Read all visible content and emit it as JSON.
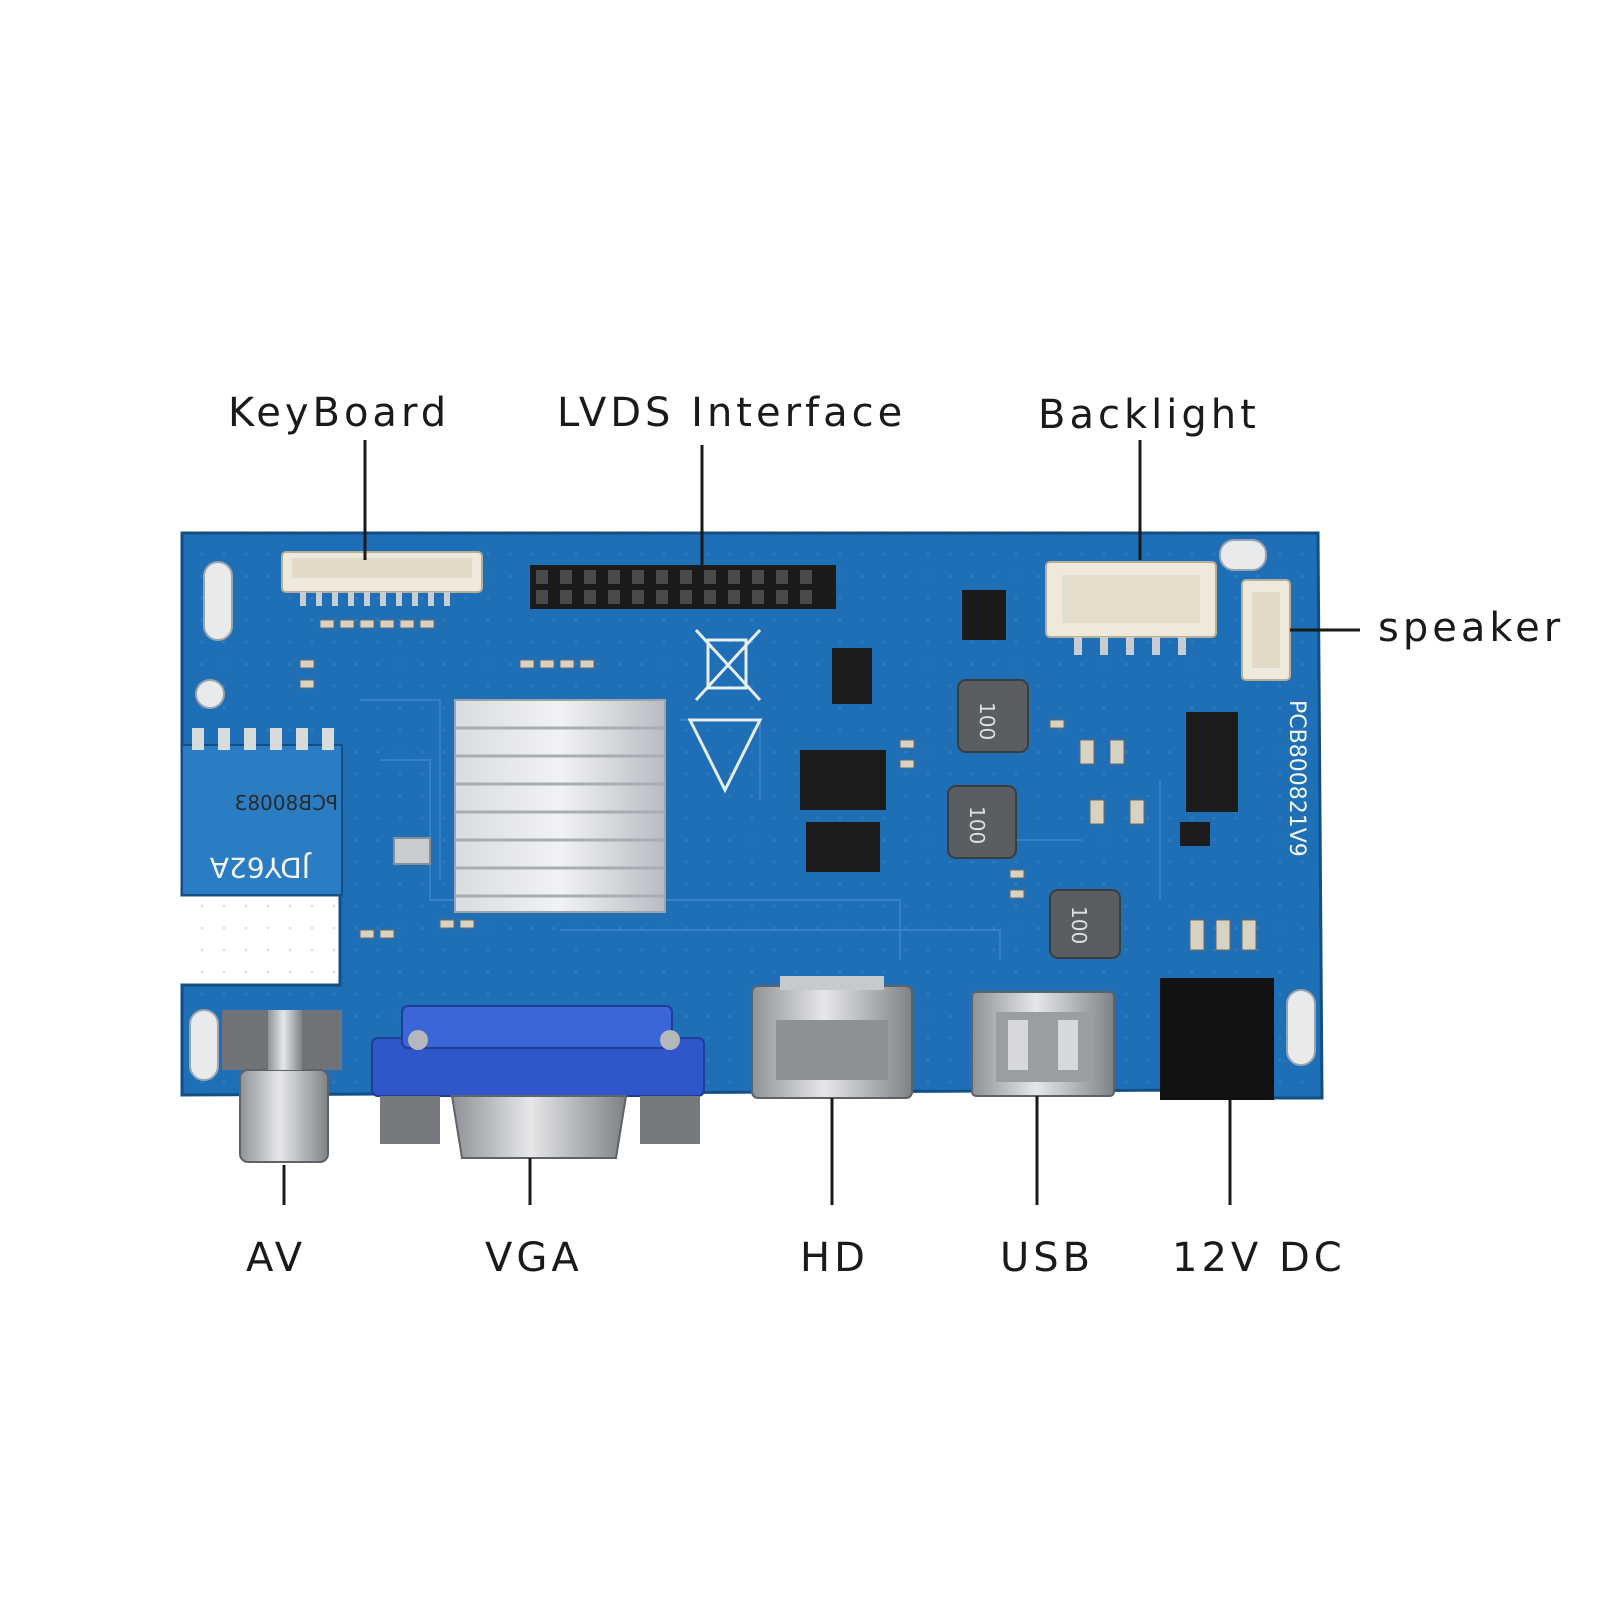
{
  "labels": {
    "keyboard": "KeyBoard",
    "lvds": "LVDS Interface",
    "backlight": "Backlight",
    "speaker": "speaker",
    "av": "AV",
    "vga": "VGA",
    "hd": "HD",
    "usb": "USB",
    "dc": "12V DC"
  },
  "board_marks": {
    "model_vertical": "PCB800821V9",
    "model_mirrored": "PCB80083",
    "sub_board": "JDY62A",
    "inductor": "100"
  },
  "colors": {
    "pcb": "#1f6fb6",
    "pcb_dark": "#15558f",
    "heatsink": "#c9ccd1",
    "connector_white": "#efe9dc",
    "vga_blue": "#2f57c9",
    "metal": "#b9bcc0",
    "label_text": "#1a1a1a"
  }
}
